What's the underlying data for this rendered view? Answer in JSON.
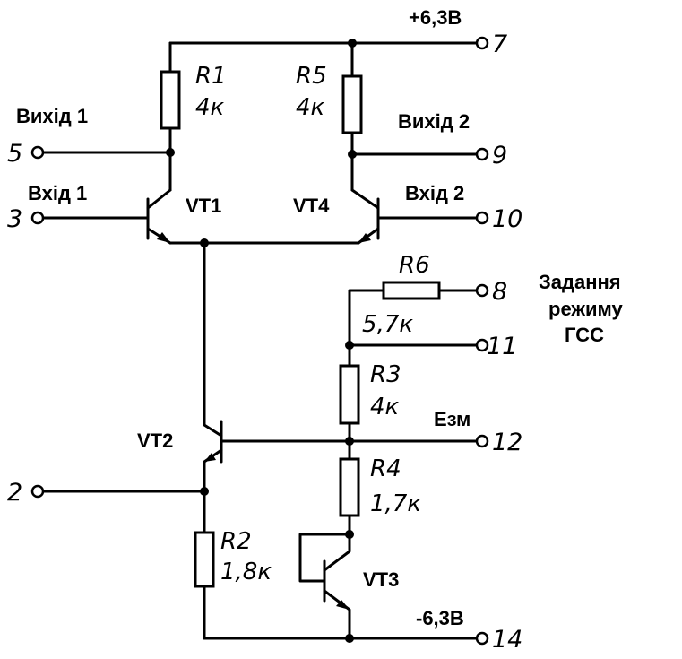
{
  "supply": {
    "positive": "+6,3В",
    "negative": "-6,3В"
  },
  "resistors": [
    {
      "ref": "R1",
      "value": "4к"
    },
    {
      "ref": "R5",
      "value": "4к"
    },
    {
      "ref": "R6",
      "value": "5,7к"
    },
    {
      "ref": "R3",
      "value": "4к"
    },
    {
      "ref": "R4",
      "value": "1,7к"
    },
    {
      "ref": "R2",
      "value": "1,8к"
    }
  ],
  "transistors": [
    "VT1",
    "VT4",
    "VT2",
    "VT3"
  ],
  "signals": {
    "out1": "Вихід 1",
    "out2": "Вихід 2",
    "in1": "Вхід 1",
    "in2": "Вхід 2",
    "ezm": "Езм",
    "mode_line1": "Задання",
    "mode_line2": "режиму",
    "mode_line3": "ГСС"
  },
  "pins": [
    "7",
    "5",
    "9",
    "3",
    "10",
    "8",
    "11",
    "12",
    "2",
    "14"
  ]
}
